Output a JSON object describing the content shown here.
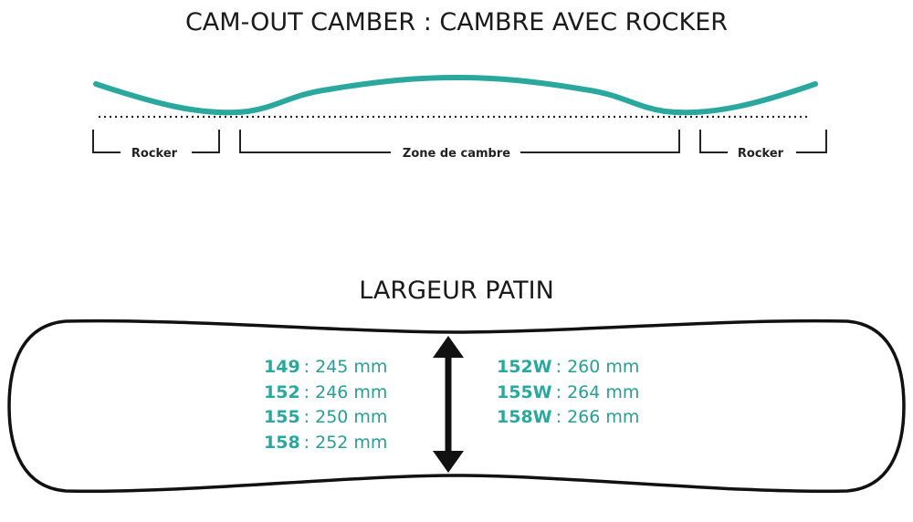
{
  "profile": {
    "title": "CAM-OUT CAMBER : CAMBRE AVEC ROCKER",
    "segments": [
      {
        "label": "Rocker"
      },
      {
        "label": "Zone de cambre"
      },
      {
        "label": "Rocker"
      }
    ]
  },
  "width": {
    "title": "LARGEUR PATIN",
    "left_column": [
      {
        "size": "149",
        "value": ": 245 mm"
      },
      {
        "size": "152",
        "value": ": 246 mm"
      },
      {
        "size": "155",
        "value": ": 250 mm"
      },
      {
        "size": "158",
        "value": ": 252 mm"
      }
    ],
    "right_column": [
      {
        "size": "152W",
        "value": ": 260 mm"
      },
      {
        "size": "155W",
        "value": ": 264 mm"
      },
      {
        "size": "158W",
        "value": ": 266 mm"
      }
    ]
  },
  "colors": {
    "accent": "#2aa89e",
    "text": "#1a1a1a",
    "outline": "#111111"
  }
}
